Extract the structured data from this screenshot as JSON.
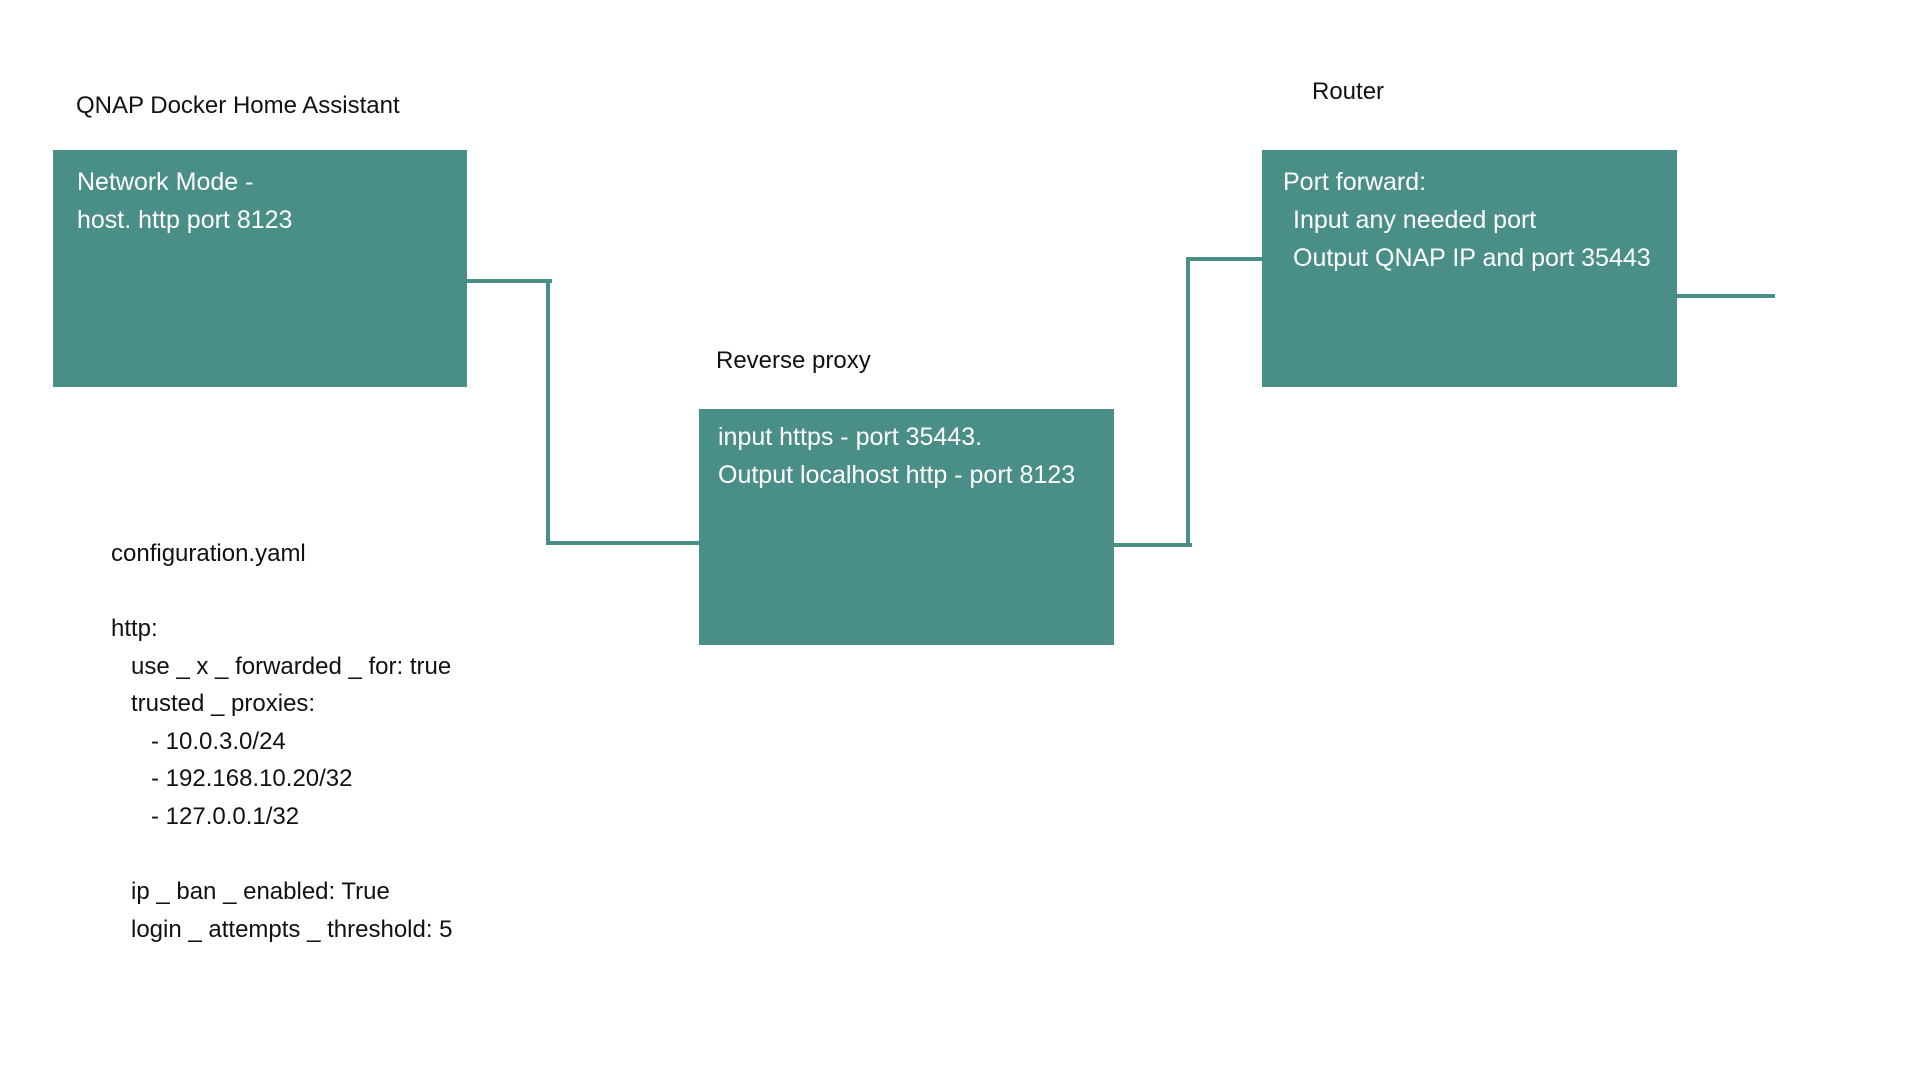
{
  "nodes": {
    "qnap": {
      "title": "QNAP Docker Home Assistant",
      "lines": [
        "Network Mode -",
        "host. http port 8123"
      ]
    },
    "proxy": {
      "title": "Reverse proxy",
      "lines": [
        "input https - port 35443.",
        "Output localhost http - port 8123"
      ]
    },
    "router": {
      "title": "Router",
      "lines": [
        "Port forward:",
        "Input any needed port",
        "Output QNAP IP and port 35443"
      ]
    }
  },
  "config": {
    "filename": "configuration.yaml",
    "lines": [
      "http:",
      "use _ x _ forwarded _ for: true",
      "trusted _ proxies:",
      "- 10.0.3.0/24",
      "- 192.168.10.20/32",
      "- 127.0.0.1/32",
      "ip _ ban _ enabled: True",
      "login _ attempts _ threshold: 5"
    ]
  },
  "colors": {
    "box_fill": "#4a8f87",
    "connector": "#4a8f87",
    "box_text": "#ffffff",
    "label_text": "#111111"
  }
}
